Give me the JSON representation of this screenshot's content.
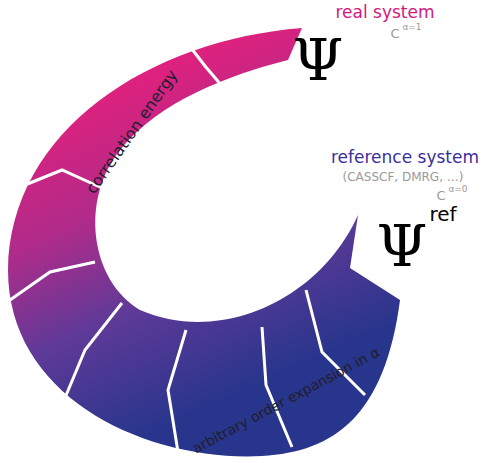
{
  "diagram": {
    "nodes": [
      {
        "text": [
          "correlation energy",
          "arbitrary order expansion in α"
        ]
      }
    ],
    "labels": [
      "real system",
      "C",
      "α=1",
      "Ψ",
      "reference system",
      "(CASSCF, DMRG, …)",
      "C",
      "α=0",
      "Ψ",
      "ref"
    ]
  }
}
